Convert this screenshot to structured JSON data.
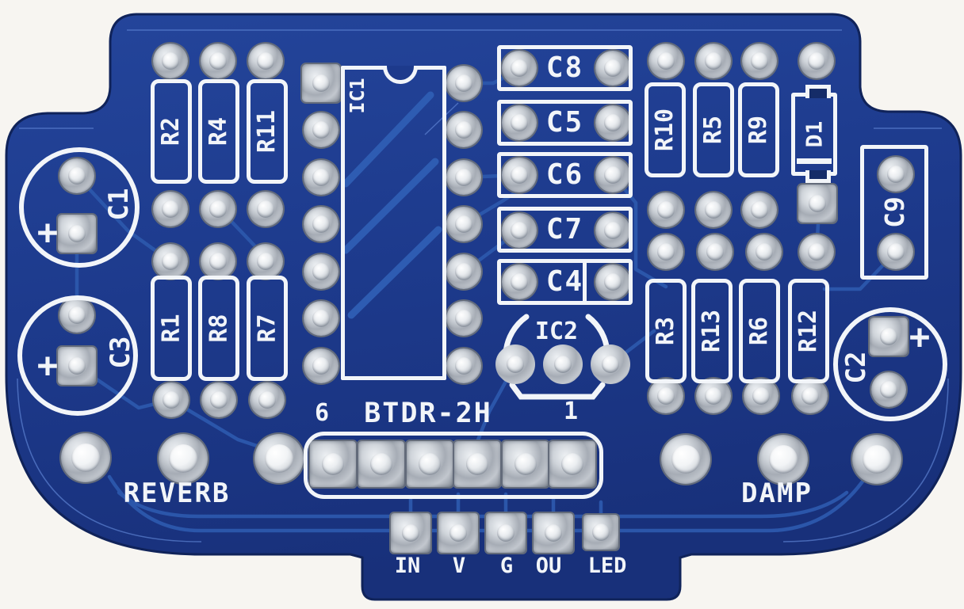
{
  "board": {
    "type_note": "bare printed circuit board, reverb effect",
    "colors": {
      "board": "#1d3a8c",
      "board_edge": "#10235a",
      "trace": "#2b56aa",
      "silkscreen": "#f2f5f9",
      "pad_silver": "#c4c9cf",
      "background": "#f7f5f1"
    }
  },
  "silkscreen": {
    "ic1_label": "IC1",
    "ic2_label": "IC2",
    "module_label": "BTDR-2H",
    "module_pin_first": "6",
    "module_pin_last": "1",
    "pot_left_label": "REVERB",
    "pot_right_label": "DAMP",
    "diode_label": "D1",
    "cap_c9_label": "C9",
    "plus_sign": "+",
    "io_pads": [
      "IN",
      "V",
      "G",
      "OU",
      "LED"
    ],
    "resistors_top_left": [
      "R2",
      "R4",
      "R11"
    ],
    "resistors_bottom_left": [
      "R1",
      "R8",
      "R7"
    ],
    "resistors_top_right": [
      "R10",
      "R5",
      "R9"
    ],
    "resistors_bottom_right": [
      "R3",
      "R13",
      "R6",
      "R12"
    ],
    "film_capacitors": [
      "C8",
      "C5",
      "C6",
      "C7",
      "C4"
    ],
    "electrolytic_caps": [
      "C1",
      "C3",
      "C2"
    ]
  }
}
